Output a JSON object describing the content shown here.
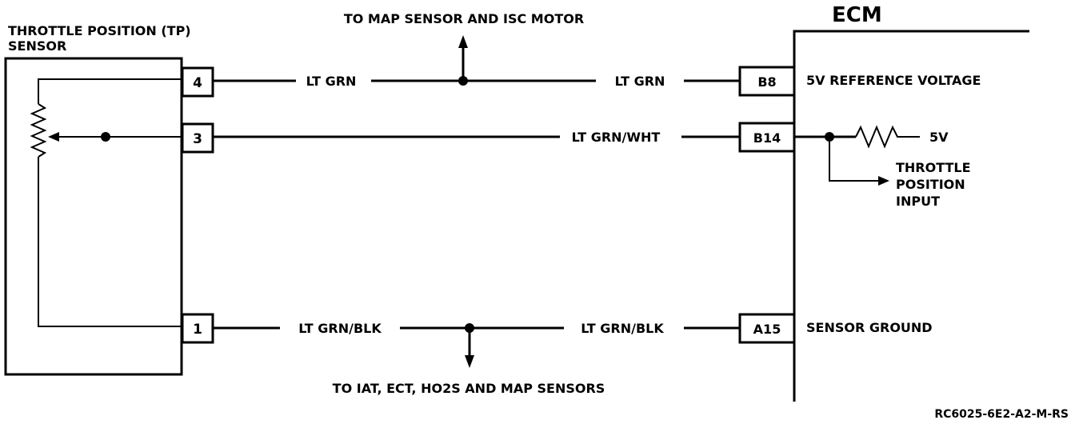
{
  "tp_sensor": {
    "title_line1": "THROTTLE POSITION (TP)",
    "title_line2": "SENSOR",
    "pins": [
      "4",
      "3",
      "1"
    ]
  },
  "ecm": {
    "title": "ECM",
    "pins": [
      "B8",
      "B14",
      "A15"
    ],
    "labels": {
      "ref_voltage": "5V REFERENCE VOLTAGE",
      "voltage": "5V",
      "tp_input_line1": "THROTTLE",
      "tp_input_line2": "POSITION",
      "tp_input_line3": "INPUT",
      "sensor_ground": "SENSOR GROUND"
    }
  },
  "wires": {
    "top_left": "LT GRN",
    "top_right": "LT GRN",
    "middle": "LT GRN/WHT",
    "bottom_left": "LT GRN/BLK",
    "bottom_right": "LT GRN/BLK"
  },
  "branches": {
    "top": "TO MAP SENSOR AND ISC MOTOR",
    "bottom": "TO IAT, ECT, HO2S AND MAP SENSORS"
  },
  "figure_code": "RC6025-6E2-A2-M-RS"
}
